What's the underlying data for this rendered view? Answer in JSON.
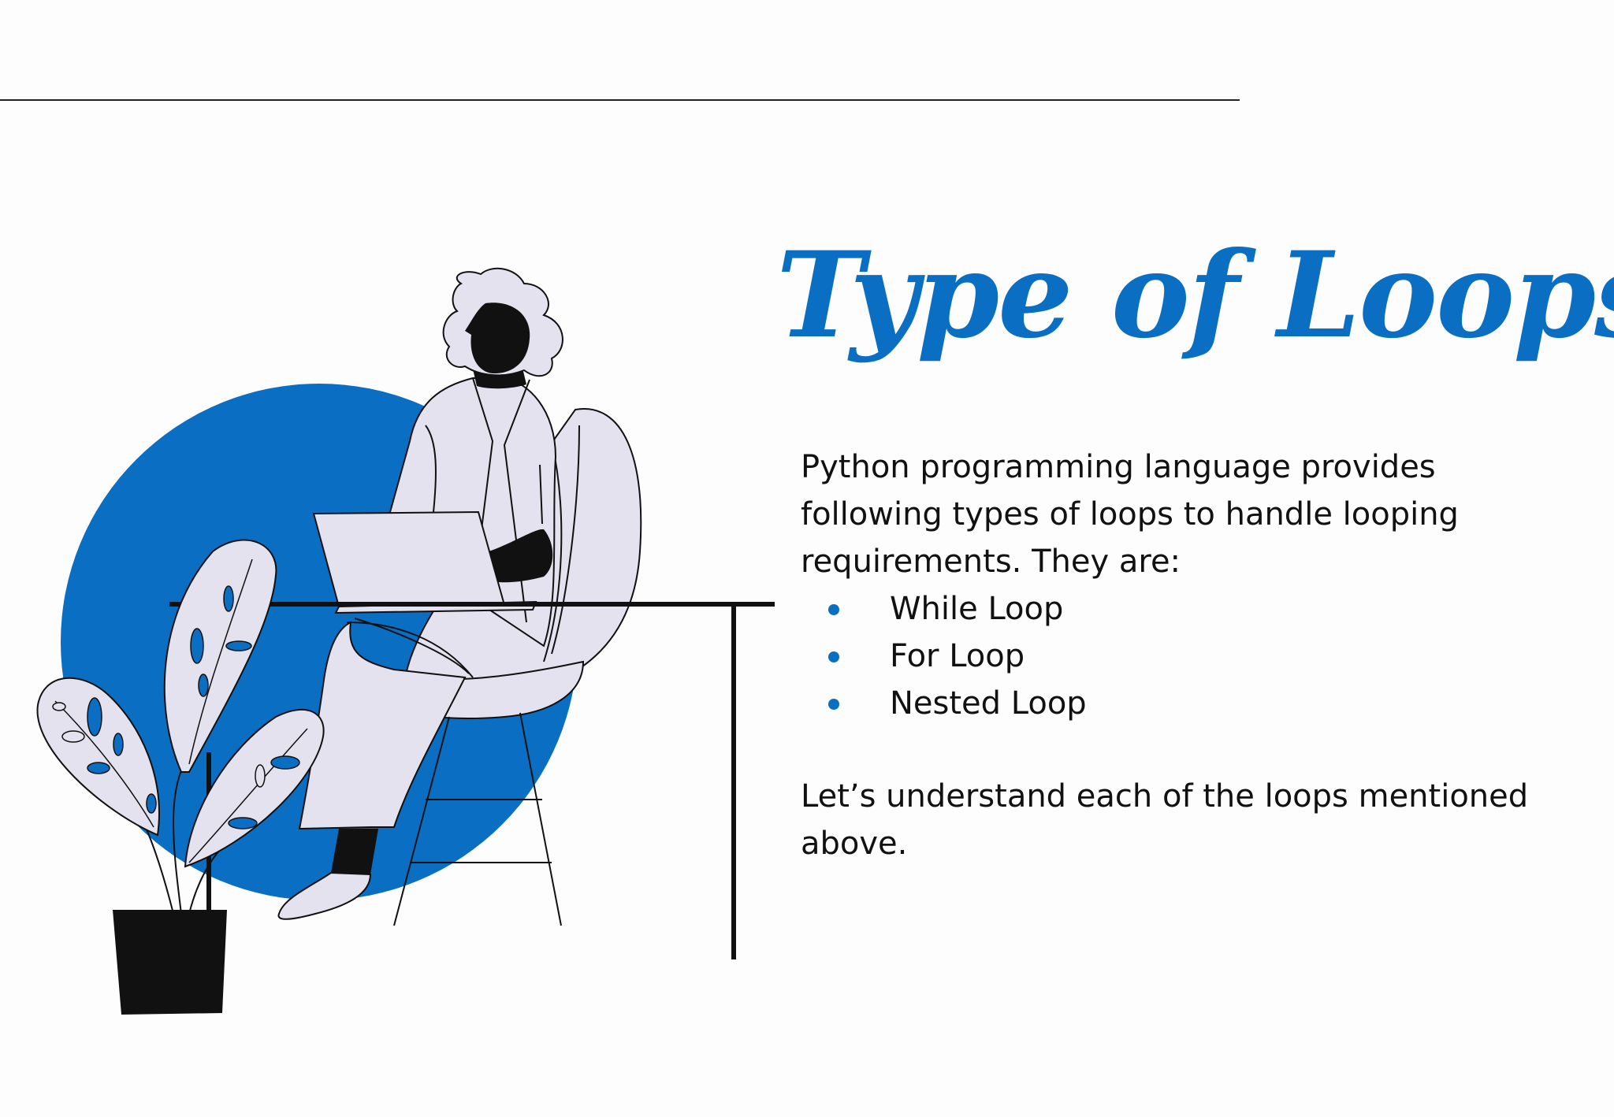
{
  "title": "Type of Loops",
  "intro": "Python programming language provides following types of loops to handle looping requirements. They are:",
  "loop_types": [
    "While Loop",
    "For Loop",
    "Nested Loop"
  ],
  "outro": "Let’s understand each of the loops mentioned above.",
  "colors": {
    "accent_blue": "#0a6fc2",
    "figure_fill": "#e4e2ee",
    "ink": "#111111"
  },
  "icons": {
    "illustration": "woman-working-on-laptop-illustration",
    "bullet": "blue-dot-bullet"
  }
}
